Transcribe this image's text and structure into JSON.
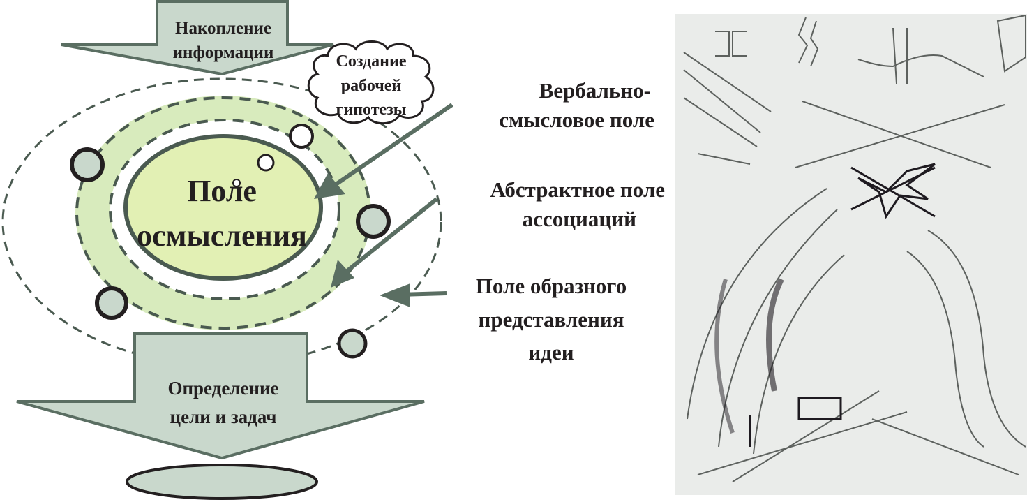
{
  "diagram": {
    "top_arrow": [
      "Накопление",
      "информации"
    ],
    "cloud": [
      "Создание",
      "рабочей",
      "гипотезы"
    ],
    "core": [
      "Поле",
      "осмысления"
    ],
    "bottom_arrow": [
      "Определение",
      "цели и задач"
    ],
    "labels": {
      "verbal": [
        "Вербально-",
        "смысловое поле"
      ],
      "abstract": [
        "Абстрактное поле",
        "ассоциаций"
      ],
      "figurative": [
        "Поле образного",
        "представления",
        "идеи"
      ]
    },
    "colors": {
      "arrow_fill": "#c9d8cc",
      "arrow_stroke": "#5a6e62",
      "ring_green": "#d8ebbd",
      "core_fill": "#e2f0b4",
      "dash": "#4a5a50"
    }
  },
  "sketch": {
    "icon": "pencil-sketch-illustration"
  }
}
